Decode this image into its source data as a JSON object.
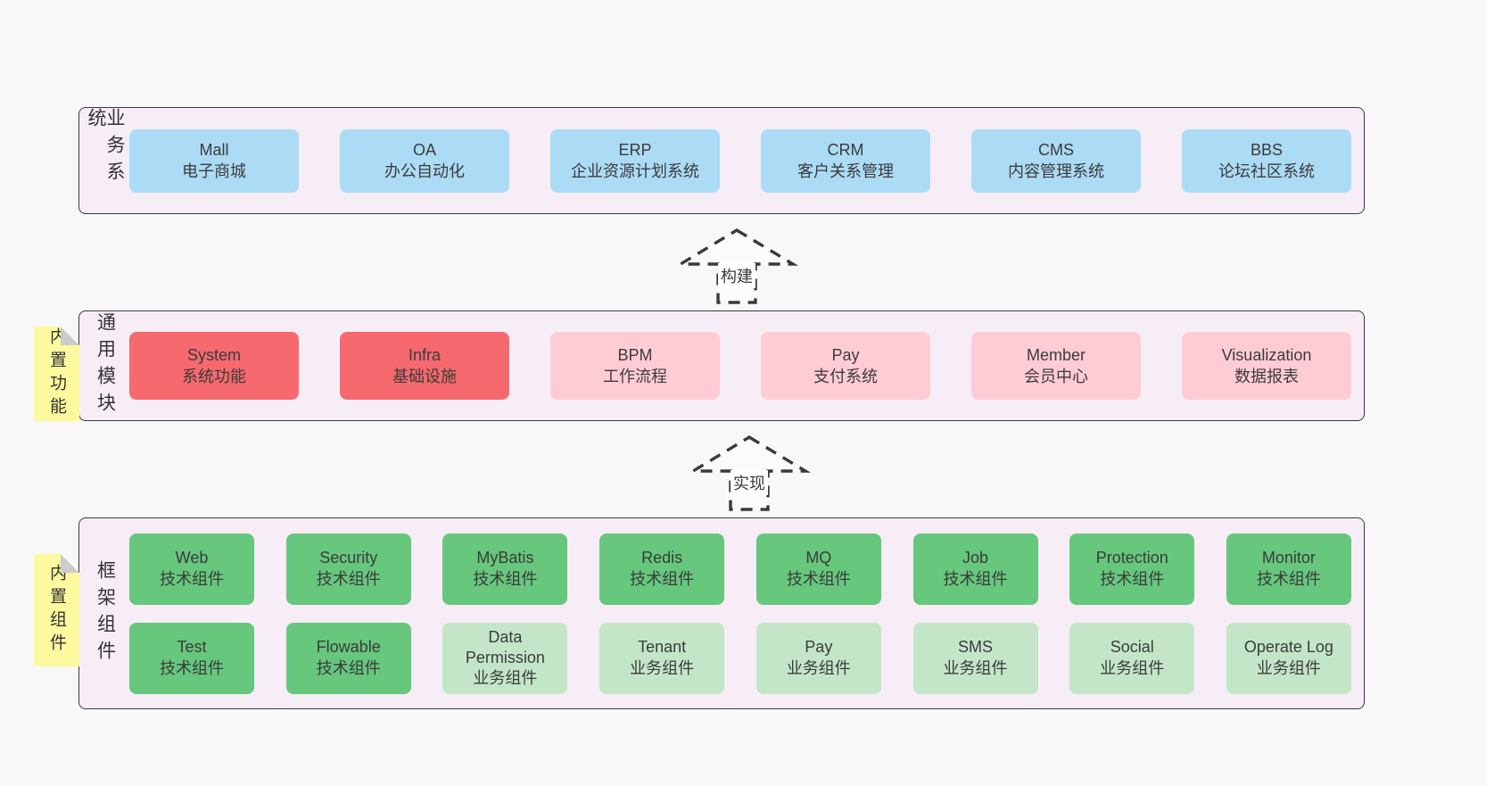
{
  "colors": {
    "page_bg": "#f8f8f8",
    "layer_bg": "#f7edf6",
    "layer_border": "#3a3a3a",
    "blue": "#abdbf5",
    "red": "#f5696f",
    "pink": "#ffccd6",
    "green": "#66c77d",
    "light_green": "#c3e6c9",
    "yellow": "#fcf99f",
    "fold_grey": "#cccccc",
    "text": "#3b3b3b"
  },
  "layers": [
    {
      "id": "business",
      "label": "业务系统",
      "boxes": [
        {
          "title": "Mall",
          "subtitle": "电子商城",
          "variant": "blue"
        },
        {
          "title": "OA",
          "subtitle": "办公自动化",
          "variant": "blue"
        },
        {
          "title": "ERP",
          "subtitle": "企业资源计划系统",
          "variant": "blue"
        },
        {
          "title": "CRM",
          "subtitle": "客户关系管理",
          "variant": "blue"
        },
        {
          "title": "CMS",
          "subtitle": "内容管理系统",
          "variant": "blue"
        },
        {
          "title": "BBS",
          "subtitle": "论坛社区系统",
          "variant": "blue"
        }
      ]
    },
    {
      "id": "modules",
      "label": "通用模块",
      "tab": "内置功能",
      "boxes": [
        {
          "title": "System",
          "subtitle": "系统功能",
          "variant": "red"
        },
        {
          "title": "Infra",
          "subtitle": "基础设施",
          "variant": "red"
        },
        {
          "title": "BPM",
          "subtitle": "工作流程",
          "variant": "pink"
        },
        {
          "title": "Pay",
          "subtitle": "支付系统",
          "variant": "pink"
        },
        {
          "title": "Member",
          "subtitle": "会员中心",
          "variant": "pink"
        },
        {
          "title": "Visualization",
          "subtitle": "数据报表",
          "variant": "pink"
        }
      ]
    },
    {
      "id": "components",
      "label": "框架组件",
      "tab": "内置组件",
      "rows": [
        [
          {
            "title": "Web",
            "subtitle": "技术组件",
            "variant": "green"
          },
          {
            "title": "Security",
            "subtitle": "技术组件",
            "variant": "green"
          },
          {
            "title": "MyBatis",
            "subtitle": "技术组件",
            "variant": "green"
          },
          {
            "title": "Redis",
            "subtitle": "技术组件",
            "variant": "green"
          },
          {
            "title": "MQ",
            "subtitle": "技术组件",
            "variant": "green"
          },
          {
            "title": "Job",
            "subtitle": "技术组件",
            "variant": "green"
          },
          {
            "title": "Protection",
            "subtitle": "技术组件",
            "variant": "green"
          },
          {
            "title": "Monitor",
            "subtitle": "技术组件",
            "variant": "green"
          }
        ],
        [
          {
            "title": "Test",
            "subtitle": "技术组件",
            "variant": "green"
          },
          {
            "title": "Flowable",
            "subtitle": "技术组件",
            "variant": "green"
          },
          {
            "title": "Data Permission",
            "subtitle": "业务组件",
            "variant": "green-light"
          },
          {
            "title": "Tenant",
            "subtitle": "业务组件",
            "variant": "green-light"
          },
          {
            "title": "Pay",
            "subtitle": "业务组件",
            "variant": "green-light"
          },
          {
            "title": "SMS",
            "subtitle": "业务组件",
            "variant": "green-light"
          },
          {
            "title": "Social",
            "subtitle": "业务组件",
            "variant": "green-light"
          },
          {
            "title": "Operate Log",
            "subtitle": "业务组件",
            "variant": "green-light"
          }
        ]
      ]
    }
  ],
  "arrows": [
    {
      "label": "构建"
    },
    {
      "label": "实现"
    }
  ]
}
